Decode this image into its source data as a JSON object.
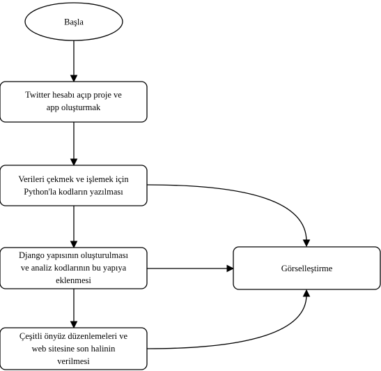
{
  "flowchart": {
    "nodes": [
      {
        "id": "start",
        "shape": "ellipse",
        "lines": [
          "Başla"
        ]
      },
      {
        "id": "step1",
        "shape": "rounded-rect",
        "lines": [
          "Twitter hesabı açıp proje ve",
          "app oluşturmak"
        ]
      },
      {
        "id": "step2",
        "shape": "rounded-rect",
        "lines": [
          "Verileri çekmek ve işlemek için",
          "Python'la kodların yazılması"
        ]
      },
      {
        "id": "step3",
        "shape": "rounded-rect",
        "lines": [
          "Django yapısının oluşturulması",
          "ve analiz kodlarının bu yapıya",
          "eklenmesi"
        ]
      },
      {
        "id": "step4",
        "shape": "rounded-rect",
        "lines": [
          "Çeşitli önyüz düzenlemeleri ve",
          "web sitesine son halinin",
          "verilmesi"
        ]
      },
      {
        "id": "viz",
        "shape": "rounded-rect",
        "lines": [
          "Görselleştirme"
        ]
      }
    ],
    "edges": [
      {
        "from": "start",
        "to": "step1"
      },
      {
        "from": "step1",
        "to": "step2"
      },
      {
        "from": "step2",
        "to": "step3"
      },
      {
        "from": "step3",
        "to": "step4"
      },
      {
        "from": "step2",
        "to": "viz"
      },
      {
        "from": "step3",
        "to": "viz"
      },
      {
        "from": "step4",
        "to": "viz"
      }
    ],
    "colors": {
      "stroke": "#000000",
      "fill": "#ffffff",
      "text": "#000000"
    }
  }
}
